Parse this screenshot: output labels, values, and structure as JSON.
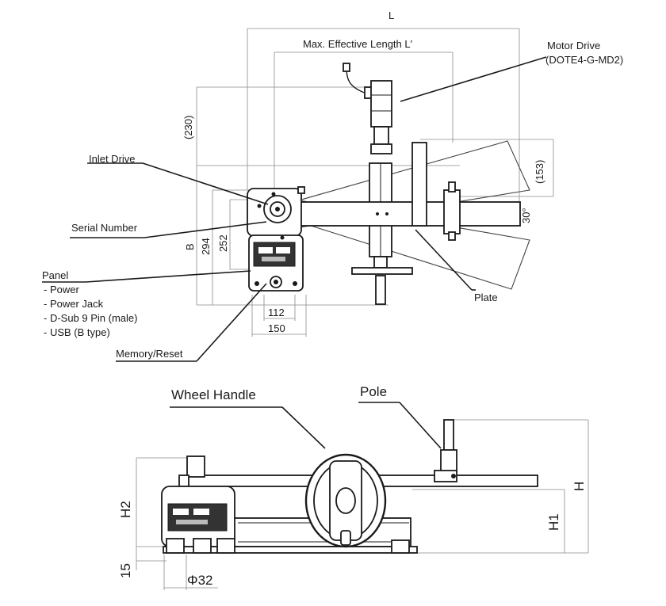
{
  "top_view": {
    "dim_L": "L",
    "dim_max_effective_length": "Max. Effective Length L'",
    "motor_drive_label": "Motor Drive",
    "motor_drive_model": "(DOTE4-G-MD2)",
    "dim_230": "(230)",
    "dim_153": "(153)",
    "angle_30": "30°",
    "inlet_drive_label": "Inlet Drive",
    "serial_number_label": "Serial Number",
    "plate_label": "Plate",
    "dim_B": "B",
    "dim_294": "294",
    "dim_252": "252",
    "dim_112": "112",
    "dim_150": "150",
    "panel_label": "Panel",
    "panel_items": [
      "- Power",
      "- Power Jack",
      "- D-Sub 9 Pin (male)",
      "- USB (B type)"
    ],
    "memory_reset_label": "Memory/Reset"
  },
  "side_view": {
    "wheel_handle_label": "Wheel Handle",
    "pole_label": "Pole",
    "dim_H2": "H2",
    "dim_H": "H",
    "dim_H1": "H1",
    "dim_15": "15",
    "dim_phi32": "Φ32"
  }
}
